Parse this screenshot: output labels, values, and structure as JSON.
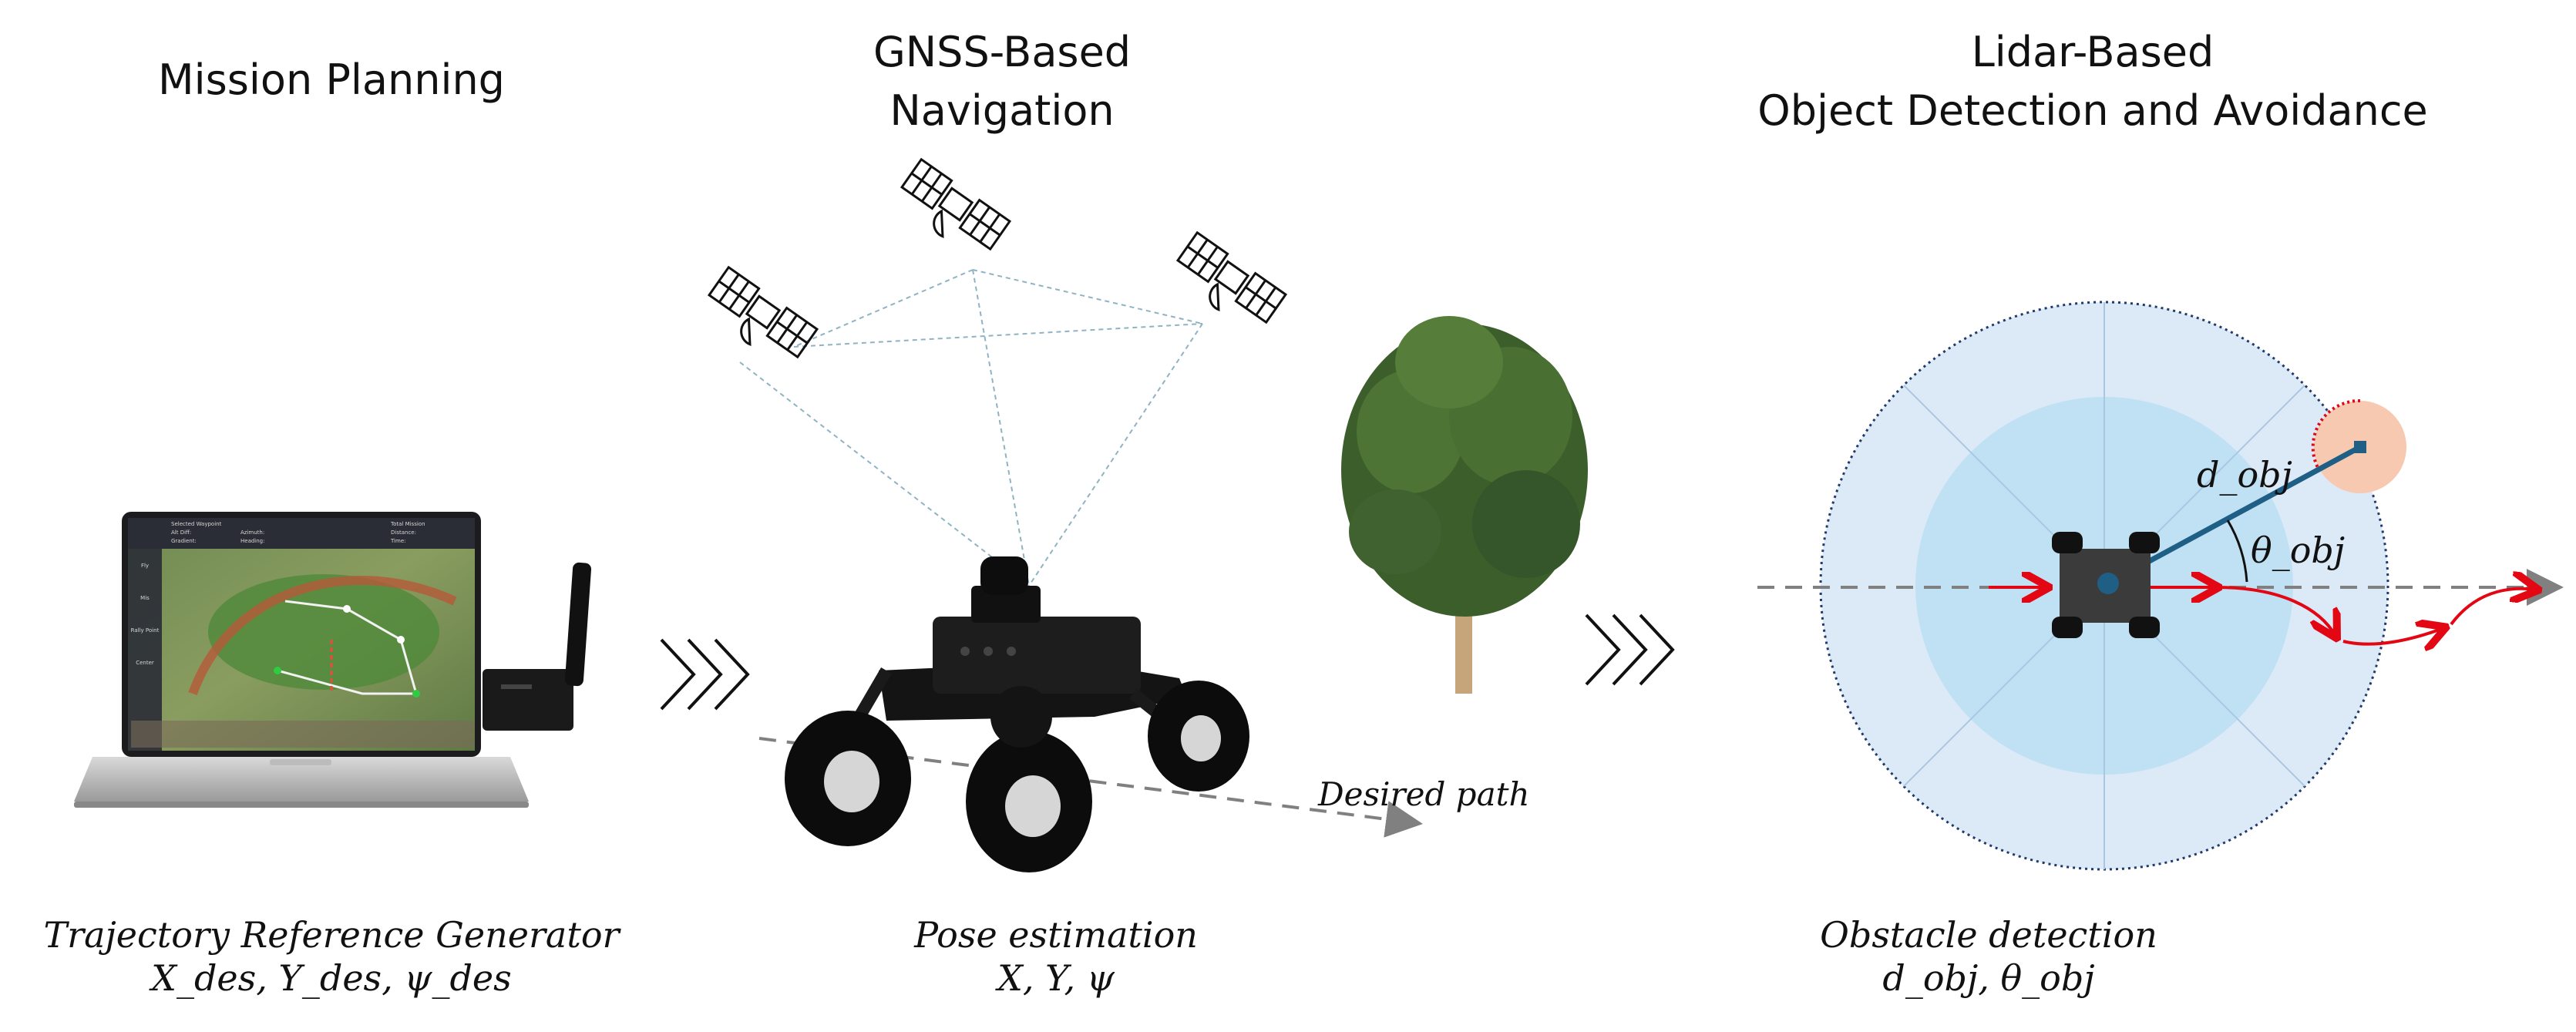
{
  "sections": {
    "mission": {
      "title": "Mission Planning",
      "caption_line1": "Trajectory Reference Generator",
      "caption_line2": "X_des, Y_des, ψ_des"
    },
    "gnss": {
      "title_line1": "GNSS-Based",
      "title_line2": "Navigation",
      "caption_line1": "Pose estimation",
      "caption_line2": "X, Y, ψ",
      "path_label": "Desired path"
    },
    "lidar": {
      "title_line1": "Lidar-Based",
      "title_line2": "Object Detection and Avoidance",
      "caption_line1": "Obstacle detection",
      "caption_line2": "d_obj, θ_obj",
      "distance_label": "d_obj",
      "angle_label": "θ_obj"
    }
  },
  "laptop_screen": {
    "stats_left": [
      "Selected Waypoint",
      "Alt Diff:",
      "Gradient:"
    ],
    "stats_mid": [
      "Azimuth:",
      "Heading:"
    ],
    "stats_right": [
      "Total Mission",
      "Distance:",
      "Time:"
    ],
    "side_tools": [
      "Fly",
      "Mis",
      "Rally Point",
      "Center"
    ]
  },
  "colors": {
    "lidar_outer": "#dce9f7",
    "lidar_inner": "#bfe1f3",
    "obstacle": "#f6c9b0",
    "ray": "#1f5f86",
    "avoid_path": "#e30613",
    "dashed_axis": "#808080",
    "satellite_link": "#8fb3c3"
  }
}
